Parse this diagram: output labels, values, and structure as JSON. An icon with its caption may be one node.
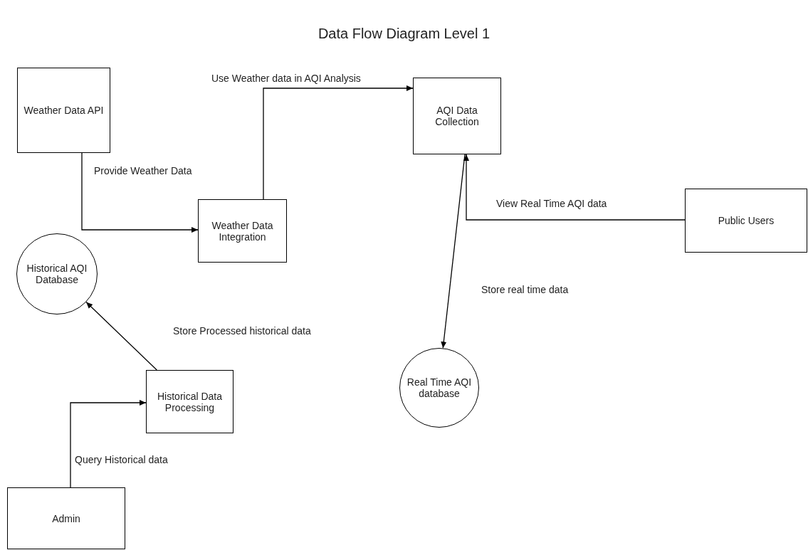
{
  "diagram": {
    "title": "Data Flow Diagram Level 1",
    "nodes": [
      {
        "text": [
          "Weather Data API"
        ]
      },
      {
        "text": [
          "Weather Data Integration"
        ]
      },
      {
        "text": [
          "AQI Data Collection"
        ]
      },
      {
        "text": [
          "Public Users"
        ]
      },
      {
        "text": [
          "Historical AQI Database"
        ]
      },
      {
        "text": [
          "Historical Data Processing"
        ]
      },
      {
        "text": [
          "Real Time AQI database"
        ]
      },
      {
        "text": [
          "Admin"
        ]
      }
    ],
    "edges": [
      {
        "from": 0,
        "to": 1,
        "arrow": "to",
        "label": "Provide Weather Data"
      },
      {
        "from": 1,
        "to": 2,
        "arrow": "to",
        "label": "Use Weather data in AQI Analysis"
      },
      {
        "from": 3,
        "to": 2,
        "arrow": "to",
        "label": "View Real Time AQI data"
      },
      {
        "from": 2,
        "to": 6,
        "arrow": "to",
        "label": "Store real time data"
      },
      {
        "from": 5,
        "to": 4,
        "arrow": "to",
        "label": "Store Processed historical data"
      },
      {
        "from": 7,
        "to": 5,
        "arrow": "to",
        "label": "Query Historical data"
      }
    ]
  }
}
